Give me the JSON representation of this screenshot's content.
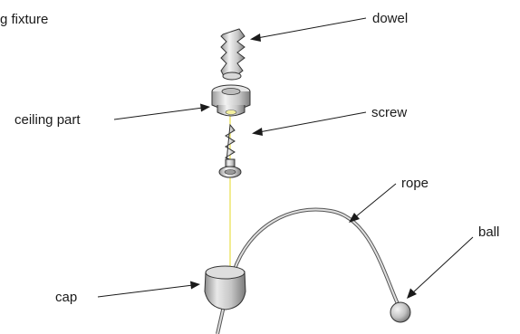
{
  "diagram": {
    "title": "g fixture",
    "labels": {
      "dowel": "dowel",
      "ceiling_part": "ceiling part",
      "screw": "screw",
      "rope": "rope",
      "ball": "ball",
      "cap": "cap"
    }
  }
}
